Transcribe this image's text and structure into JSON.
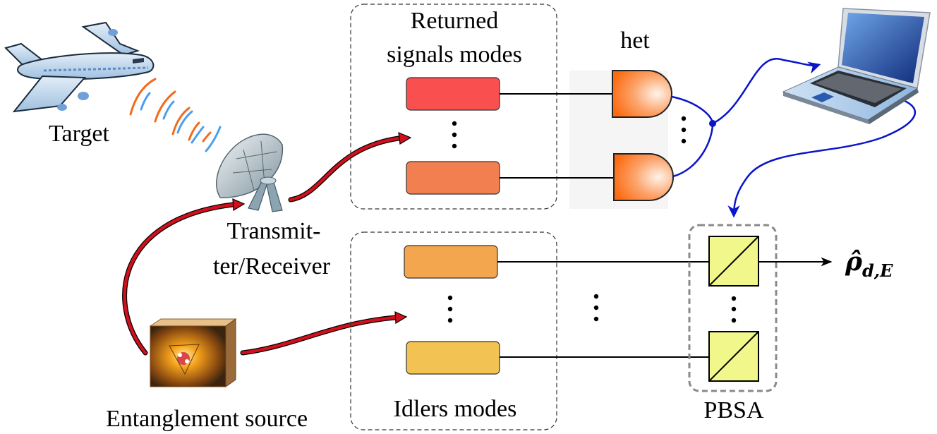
{
  "labels": {
    "target": "Target",
    "transmitter_line1": "Transmit-",
    "transmitter_line2": "ter/Receiver",
    "entanglement_source": "Entanglement source",
    "returned_line1": "Returned",
    "returned_line2": "signals modes",
    "idlers": "Idlers modes",
    "het": "het",
    "pbsa": "PBSA",
    "output_rho": "ρ̂",
    "output_sub": "d,E"
  },
  "colors": {
    "returned_mode_1": "#f94f4f",
    "returned_mode_n": "#f27f4f",
    "idler_mode_1": "#f3a64e",
    "idler_mode_n": "#f2c353",
    "red_arrow": "#d0101c",
    "blue_wire": "#0a14c8",
    "pbs_fill": "#f1f78a",
    "het_panel": "#f5f5f5"
  },
  "components": {
    "returned_modes": [
      "mode-1",
      "mode-n"
    ],
    "idler_modes": [
      "mode-1",
      "mode-n"
    ],
    "detectors": [
      "het-1",
      "het-n"
    ],
    "beam_splitters": [
      "pbs-1",
      "pbs-n"
    ]
  }
}
